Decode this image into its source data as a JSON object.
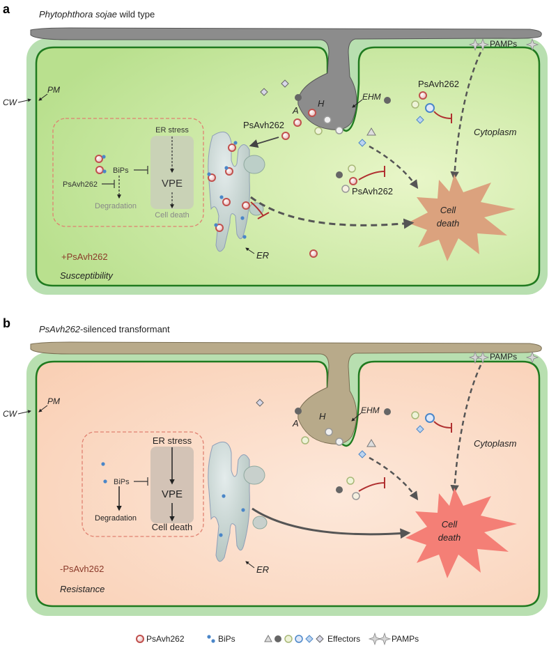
{
  "panel_a": {
    "letter": "a",
    "title_species": "Phytophthora sojae",
    "title_rest": " wild type",
    "cw": "CW",
    "pm": "PM",
    "haustorium": "H",
    "apoplast": "A",
    "ehm": "EHM",
    "pamps": "PAMPs",
    "cytoplasm": "Cytoplasm",
    "psavh_main": "PsAvh262",
    "psavh_right": "PsAvh262",
    "psavh_mid": "PsAvh262",
    "cell_death_1": "Cell",
    "cell_death_2": "death",
    "er": "ER",
    "condition": "+PsAvh262",
    "outcome": "Susceptibility",
    "inset": {
      "er_stress": "ER stress",
      "vpe": "VPE",
      "cell_death": "Cell death",
      "bips": "BiPs",
      "psavh": "PsAvh262",
      "degradation": "Degradation"
    }
  },
  "panel_b": {
    "letter": "b",
    "title_gene": "PsAvh262",
    "title_rest": "-silenced transformant",
    "cw": "CW",
    "pm": "PM",
    "haustorium": "H",
    "apoplast": "A",
    "ehm": "EHM",
    "pamps": "PAMPs",
    "cytoplasm": "Cytoplasm",
    "cell_death_1": "Cell",
    "cell_death_2": "death",
    "er": "ER",
    "condition": "-PsAvh262",
    "outcome": "Resistance",
    "inset": {
      "er_stress": "ER stress",
      "vpe": "VPE",
      "cell_death": "Cell death",
      "bips": "BiPs",
      "degradation": "Degradation"
    }
  },
  "legend": {
    "psavh262": "PsAvh262",
    "bips": "BiPs",
    "effectors": "Effectors",
    "pamps": "PAMPs"
  },
  "colors": {
    "panel_a_fill": "#cdeaa8",
    "panel_b_fill": "#fbd9c3",
    "membrane": "#1f7a1f",
    "cell_wall": "#a8d8a0",
    "psavh_ring": "#c0504d",
    "bip_blue": "#4a86c8",
    "inhibit_red": "#b03030",
    "cell_death_a": "#d9a07a",
    "cell_death_b": "#f07a70"
  }
}
